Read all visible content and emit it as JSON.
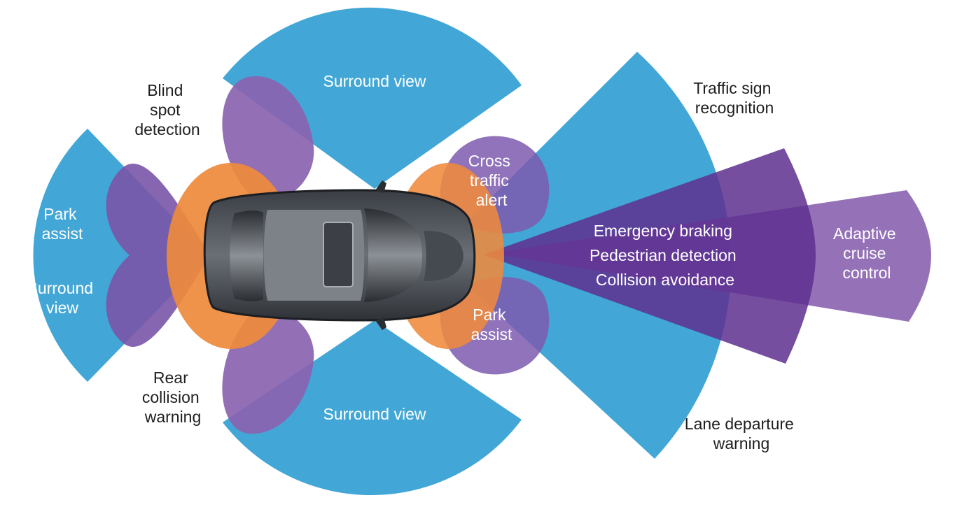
{
  "colors": {
    "blue": "#42a7d6",
    "purple": "#8a63b0",
    "dark_purple": "#5e2f8f",
    "orange": "#ee8a3c",
    "overlap": "#4f4a98",
    "text_dark": "#1f1f1f",
    "text_light": "#ffffff"
  },
  "labels": {
    "surround_top": "Surround view",
    "surround_bottom": "Surround view",
    "blind_spot": [
      "Blind",
      "spot",
      "detection"
    ],
    "park_assist_rear": [
      "Park",
      "assist"
    ],
    "surround_rear": [
      "Surround",
      "view"
    ],
    "rear_collision": [
      "Rear",
      "collision",
      "warning"
    ],
    "cross_traffic": [
      "Cross",
      "traffic",
      "alert"
    ],
    "park_assist_front": [
      "Park",
      "assist"
    ],
    "traffic_sign": [
      "Traffic sign",
      "recognition"
    ],
    "emergency": [
      "Emergency braking",
      "Pedestrian detection",
      "Collision avoidance"
    ],
    "adaptive": [
      "Adaptive",
      "cruise",
      "control"
    ],
    "lane_departure": [
      "Lane departure",
      "warning"
    ]
  }
}
